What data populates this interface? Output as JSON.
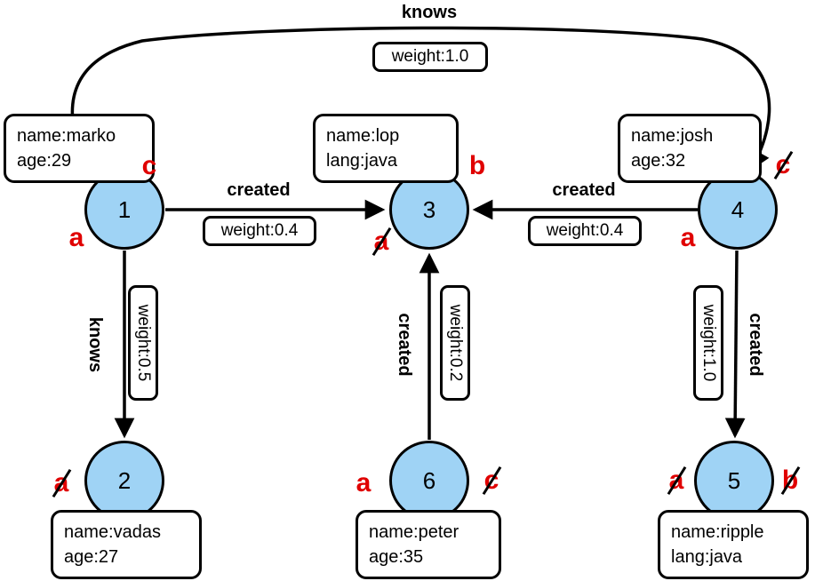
{
  "diagram": {
    "vertices": [
      {
        "id": "1",
        "prop1": "name:marko",
        "prop2": "age:29"
      },
      {
        "id": "2",
        "prop1": "name:vadas",
        "prop2": "age:27"
      },
      {
        "id": "3",
        "prop1": "name:lop",
        "prop2": "lang:java"
      },
      {
        "id": "4",
        "prop1": "name:josh",
        "prop2": "age:32"
      },
      {
        "id": "5",
        "prop1": "name:ripple",
        "prop2": "lang:java"
      },
      {
        "id": "6",
        "prop1": "name:peter",
        "prop2": "age:35"
      }
    ],
    "edges": [
      {
        "id": "knows-1-4",
        "label": "knows",
        "weight": "weight:1.0"
      },
      {
        "id": "created-1-3",
        "label": "created",
        "weight": "weight:0.4"
      },
      {
        "id": "created-4-3",
        "label": "created",
        "weight": "weight:0.4"
      },
      {
        "id": "knows-1-2",
        "label": "knows",
        "weight": "weight:0.5"
      },
      {
        "id": "created-6-3",
        "label": "created",
        "weight": "weight:0.2"
      },
      {
        "id": "created-4-5",
        "label": "created",
        "weight": "weight:1.0"
      }
    ],
    "marks": [
      {
        "letter": "c",
        "struck": false,
        "class": "mark"
      },
      {
        "letter": "a",
        "struck": false,
        "class": "mark"
      },
      {
        "letter": "b",
        "struck": false,
        "class": "mark"
      },
      {
        "letter": "a",
        "struck": true,
        "class": "mark struck"
      },
      {
        "letter": "c",
        "struck": true,
        "class": "mark struck"
      },
      {
        "letter": "a",
        "struck": false,
        "class": "mark"
      },
      {
        "letter": "a",
        "struck": true,
        "class": "mark struck"
      },
      {
        "letter": "a",
        "struck": false,
        "class": "mark"
      },
      {
        "letter": "c",
        "struck": true,
        "class": "mark struck"
      },
      {
        "letter": "a",
        "struck": true,
        "class": "mark struck"
      },
      {
        "letter": "b",
        "struck": true,
        "class": "mark struck"
      }
    ],
    "colors": {
      "vertex_fill": "#9fd3f5",
      "vertex_border": "#000000",
      "mark_color": "#e00000"
    }
  }
}
